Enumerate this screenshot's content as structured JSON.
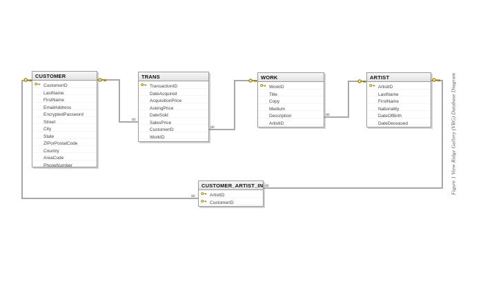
{
  "figure": {
    "caption": "Figure 1 View Ridge Gallery (VRG) Database Diagram"
  },
  "diagram": {
    "tables": [
      {
        "name": "CUSTOMER",
        "columns": [
          {
            "name": "CustomerID",
            "pk": true
          },
          {
            "name": "LastName",
            "pk": false
          },
          {
            "name": "FirstName",
            "pk": false
          },
          {
            "name": "EmailAddress",
            "pk": false
          },
          {
            "name": "EncryptedPassword",
            "pk": false
          },
          {
            "name": "Street",
            "pk": false
          },
          {
            "name": "City",
            "pk": false
          },
          {
            "name": "State",
            "pk": false
          },
          {
            "name": "ZIPorPostalCode",
            "pk": false
          },
          {
            "name": "Country",
            "pk": false
          },
          {
            "name": "AreaCode",
            "pk": false
          },
          {
            "name": "PhoneNumber",
            "pk": false
          }
        ]
      },
      {
        "name": "TRANS",
        "columns": [
          {
            "name": "TransactionID",
            "pk": true
          },
          {
            "name": "DateAcquired",
            "pk": false
          },
          {
            "name": "AcquisitionPrice",
            "pk": false
          },
          {
            "name": "AskingPrice",
            "pk": false
          },
          {
            "name": "DateSold",
            "pk": false
          },
          {
            "name": "SalesPrice",
            "pk": false
          },
          {
            "name": "CustomerID",
            "pk": false
          },
          {
            "name": "WorkID",
            "pk": false
          }
        ]
      },
      {
        "name": "WORK",
        "columns": [
          {
            "name": "WorkID",
            "pk": true
          },
          {
            "name": "Title",
            "pk": false
          },
          {
            "name": "Copy",
            "pk": false
          },
          {
            "name": "Medium",
            "pk": false
          },
          {
            "name": "Description",
            "pk": false
          },
          {
            "name": "ArtistID",
            "pk": false
          }
        ]
      },
      {
        "name": "ARTIST",
        "columns": [
          {
            "name": "ArtistID",
            "pk": true
          },
          {
            "name": "LastName",
            "pk": false
          },
          {
            "name": "FirstName",
            "pk": false
          },
          {
            "name": "Nationality",
            "pk": false
          },
          {
            "name": "DateOfBirth",
            "pk": false
          },
          {
            "name": "DateDeceased",
            "pk": false
          }
        ]
      },
      {
        "name": "CUSTOMER_ARTIST_INT",
        "columns": [
          {
            "name": "ArtistID",
            "pk": true
          },
          {
            "name": "CustomerID",
            "pk": true
          }
        ]
      }
    ],
    "relationships": [
      {
        "one_table": "CUSTOMER",
        "many_table": "TRANS",
        "key_column": "CustomerID",
        "cardinality": "1:∞"
      },
      {
        "one_table": "WORK",
        "many_table": "TRANS",
        "key_column": "WorkID",
        "cardinality": "1:∞"
      },
      {
        "one_table": "ARTIST",
        "many_table": "WORK",
        "key_column": "ArtistID",
        "cardinality": "1:∞"
      },
      {
        "one_table": "ARTIST",
        "many_table": "CUSTOMER_ARTIST_INT",
        "key_column": "ArtistID",
        "cardinality": "1:∞"
      },
      {
        "one_table": "CUSTOMER",
        "many_table": "CUSTOMER_ARTIST_INT",
        "key_column": "CustomerID",
        "cardinality": "1:∞"
      }
    ],
    "glyphs": {
      "one_end": "key-icon",
      "many_end": "∞"
    },
    "colors": {
      "line": "#a6a6a6",
      "key_gold": "#c7a500",
      "header_bg": "#ededed",
      "table_border": "#9a9a9a",
      "row_text": "#3f3f3f"
    }
  }
}
